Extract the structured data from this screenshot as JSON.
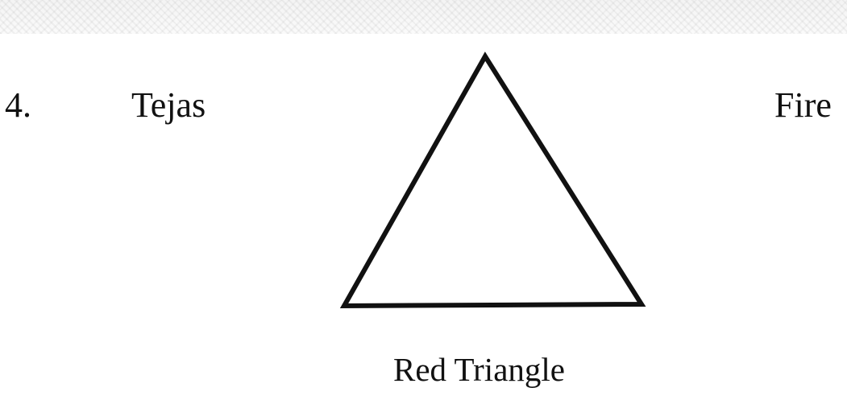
{
  "entry": {
    "number": "4.",
    "name": "Tejas",
    "element": "Fire"
  },
  "figure": {
    "shape": "triangle",
    "caption": "Red Triangle",
    "stroke_color": "#111111"
  }
}
